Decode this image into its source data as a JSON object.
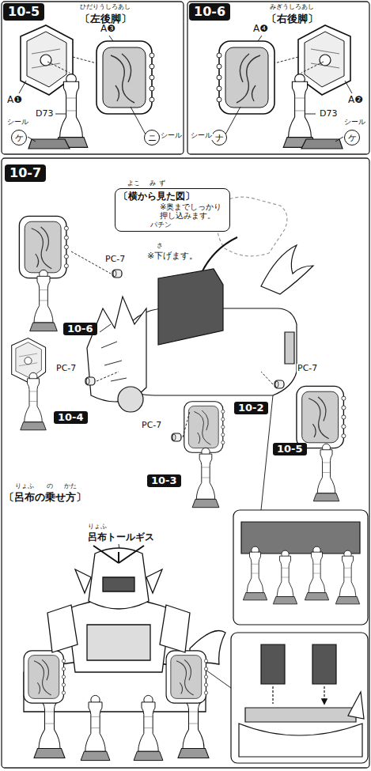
{
  "diagram": {
    "nodes": [
      {
        "text": [
          "10-5"
        ]
      },
      {
        "text": [
          "10-6"
        ]
      },
      {
        "text": [
          "ケ"
        ]
      },
      {
        "text": [
          "ニ"
        ]
      },
      {
        "text": [
          "ナ"
        ]
      },
      {
        "text": [
          "ケ"
        ]
      },
      {
        "text": [
          "10-7"
        ]
      },
      {
        "text": [
          "〔横から見た図〕",
          "※奥までしっかり 押し込みます。",
          "パチン"
        ]
      },
      {
        "text": [
          "10-6"
        ]
      },
      {
        "text": [
          "10-4"
        ]
      },
      {
        "text": [
          "10-2"
        ]
      },
      {
        "text": [
          "10-5"
        ]
      },
      {
        "text": [
          "10-3"
        ]
      }
    ],
    "labels": [
      "〔左後脚〕",
      "ひだりうしろあし",
      "A❶",
      "A❸",
      "D73",
      "シール",
      "シール",
      "〔右後脚〕",
      "みぎうしろあし",
      "A❹",
      "A❷",
      "D73",
      "シール",
      "シール",
      "※下げます。",
      "PC-7",
      "PC-7",
      "PC-7",
      "PC-7",
      "〔呂布の乗せ方〕",
      "りょふ",
      "の",
      "かた",
      "りょふ",
      "呂布トールギス",
      "よこ",
      "み",
      "ず",
      "さ"
    ]
  }
}
